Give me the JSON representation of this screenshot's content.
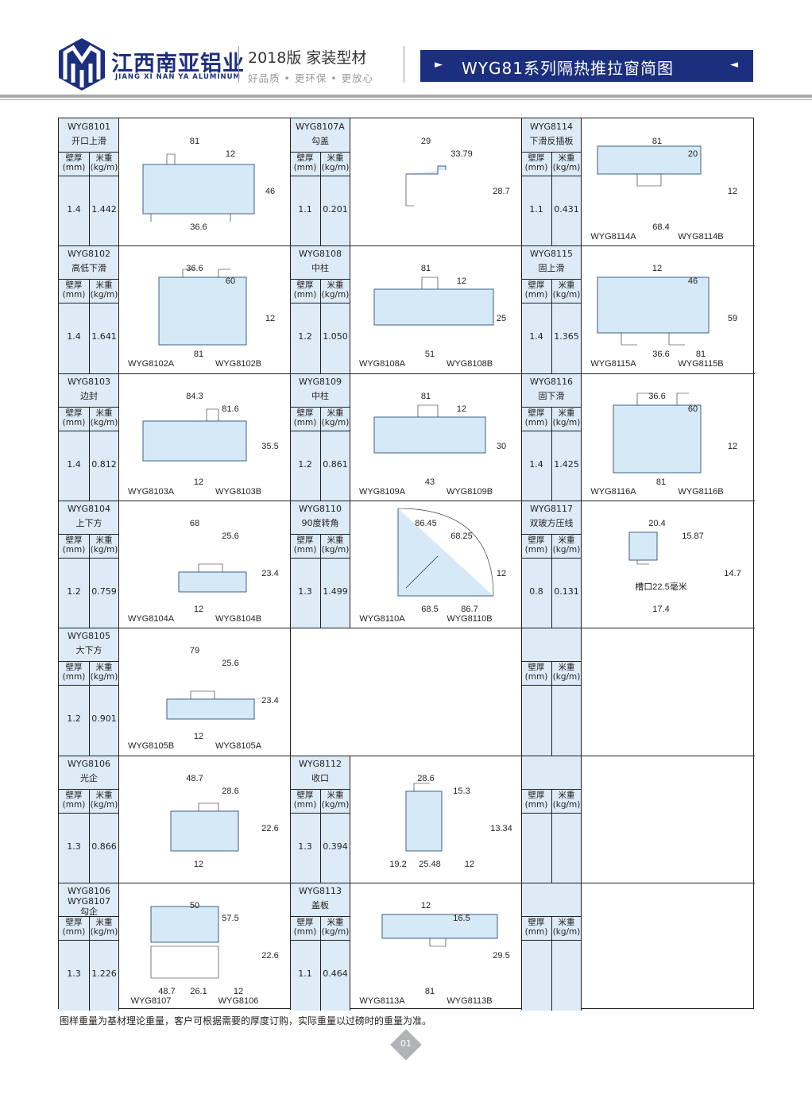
{
  "header": {
    "brand_cn": "江西南亚铝业",
    "brand_en": "JIANG XI NAN YA ALUMINUM",
    "edition_title": "2018版  家装型材",
    "edition_sub": "好品质 • 更环保 • 更放心",
    "banner_title": "WYG81系列隔热推拉窗简图",
    "banner_left_mark": "►",
    "banner_right_mark": "◄",
    "brand_color": "#1c2f7e"
  },
  "labels": {
    "wall_thickness": "壁厚",
    "wall_unit": "(mm)",
    "meter_weight": "米重",
    "weight_unit": "(kg/m)"
  },
  "profiles": [
    {
      "code": "WYG8101",
      "name": "开口上滑",
      "wall": "1.4",
      "weight": "1.442",
      "dims": [
        "81",
        "12",
        "46",
        "36.6"
      ],
      "parts": []
    },
    {
      "code": "WYG8107A",
      "name": "勾盖",
      "wall": "1.1",
      "weight": "0.201",
      "dims": [
        "29",
        "33.79",
        "28.7"
      ],
      "parts": []
    },
    {
      "code": "WYG8114",
      "name": "下滑反插板",
      "wall": "1.1",
      "weight": "0.431",
      "dims": [
        "81",
        "20",
        "12",
        "68.4"
      ],
      "parts": [
        "WYG8114A",
        "WYG8114B"
      ]
    },
    {
      "code": "WYG8102",
      "name": "高低下滑",
      "wall": "1.4",
      "weight": "1.641",
      "dims": [
        "36.6",
        "60",
        "12",
        "81"
      ],
      "parts": [
        "WYG8102A",
        "WYG8102B"
      ]
    },
    {
      "code": "WYG8108",
      "name": "中柱",
      "wall": "1.2",
      "weight": "1.050",
      "dims": [
        "81",
        "12",
        "25",
        "51"
      ],
      "parts": [
        "WYG8108A",
        "WYG8108B"
      ]
    },
    {
      "code": "WYG8115",
      "name": "固上滑",
      "wall": "1.4",
      "weight": "1.365",
      "dims": [
        "12",
        "46",
        "59",
        "36.6",
        "81"
      ],
      "parts": [
        "WYG8115A",
        "WYG8115B"
      ]
    },
    {
      "code": "WYG8103",
      "name": "边封",
      "wall": "1.4",
      "weight": "0.812",
      "dims": [
        "84.3",
        "81.6",
        "35.5",
        "12"
      ],
      "parts": [
        "WYG8103A",
        "WYG8103B"
      ]
    },
    {
      "code": "WYG8109",
      "name": "中柱",
      "wall": "1.2",
      "weight": "0.861",
      "dims": [
        "81",
        "12",
        "30",
        "43"
      ],
      "parts": [
        "WYG8109A",
        "WYG8109B"
      ]
    },
    {
      "code": "WYG8116",
      "name": "固下滑",
      "wall": "1.4",
      "weight": "1.425",
      "dims": [
        "36.6",
        "60",
        "12",
        "81"
      ],
      "parts": [
        "WYG8116A",
        "WYG8116B"
      ]
    },
    {
      "code": "WYG8104",
      "name": "上下方",
      "wall": "1.2",
      "weight": "0.759",
      "dims": [
        "68",
        "25.6",
        "23.4",
        "12"
      ],
      "parts": [
        "WYG8104A",
        "WYG8104B"
      ]
    },
    {
      "code": "WYG8110",
      "name": "90度转角",
      "wall": "1.3",
      "weight": "1.499",
      "dims": [
        "86.45",
        "68.25",
        "12",
        "68.5",
        "86.7"
      ],
      "parts": [
        "WYG8110A",
        "WYG8110B"
      ]
    },
    {
      "code": "WYG8117",
      "name": "双玻方压线",
      "wall": "0.8",
      "weight": "0.131",
      "dims": [
        "20.4",
        "15.87",
        "14.7",
        "17.4"
      ],
      "note": "槽口22.5毫米",
      "parts": []
    },
    {
      "code": "WYG8105",
      "name": "大下方",
      "wall": "1.2",
      "weight": "0.901",
      "dims": [
        "79",
        "25.6",
        "23.4",
        "12"
      ],
      "parts": [
        "WYG8105B",
        "WYG8105A"
      ]
    },
    {
      "code": "WYG8106",
      "name": "光企",
      "wall": "1.3",
      "weight": "0.866",
      "dims": [
        "48.7",
        "28.6",
        "22.6",
        "12"
      ],
      "parts": []
    },
    {
      "code": "WYG8112",
      "name": "收口",
      "wall": "1.3",
      "weight": "0.394",
      "dims": [
        "28.6",
        "15.3",
        "13.34",
        "25.48",
        "12",
        "19.2"
      ],
      "parts": []
    },
    {
      "code": "WYG8106\nWYG8107",
      "name": "勾企",
      "wall": "1.3",
      "weight": "1.226",
      "dims": [
        "50",
        "57.5",
        "22.6",
        "26.1",
        "12",
        "48.7"
      ],
      "parts": [
        "WYG8107",
        "WYG8106"
      ]
    },
    {
      "code": "WYG8113",
      "name": "盖板",
      "wall": "1.1",
      "weight": "0.464",
      "dims": [
        "12",
        "16.5",
        "29.5",
        "81"
      ],
      "parts": [
        "WYG8113A",
        "WYG8113B"
      ]
    }
  ],
  "footnote": "图样重量为基材理论重量，客户可根据需要的厚度订购，实际重量以过磅时的重量为准。",
  "page_number": "01"
}
